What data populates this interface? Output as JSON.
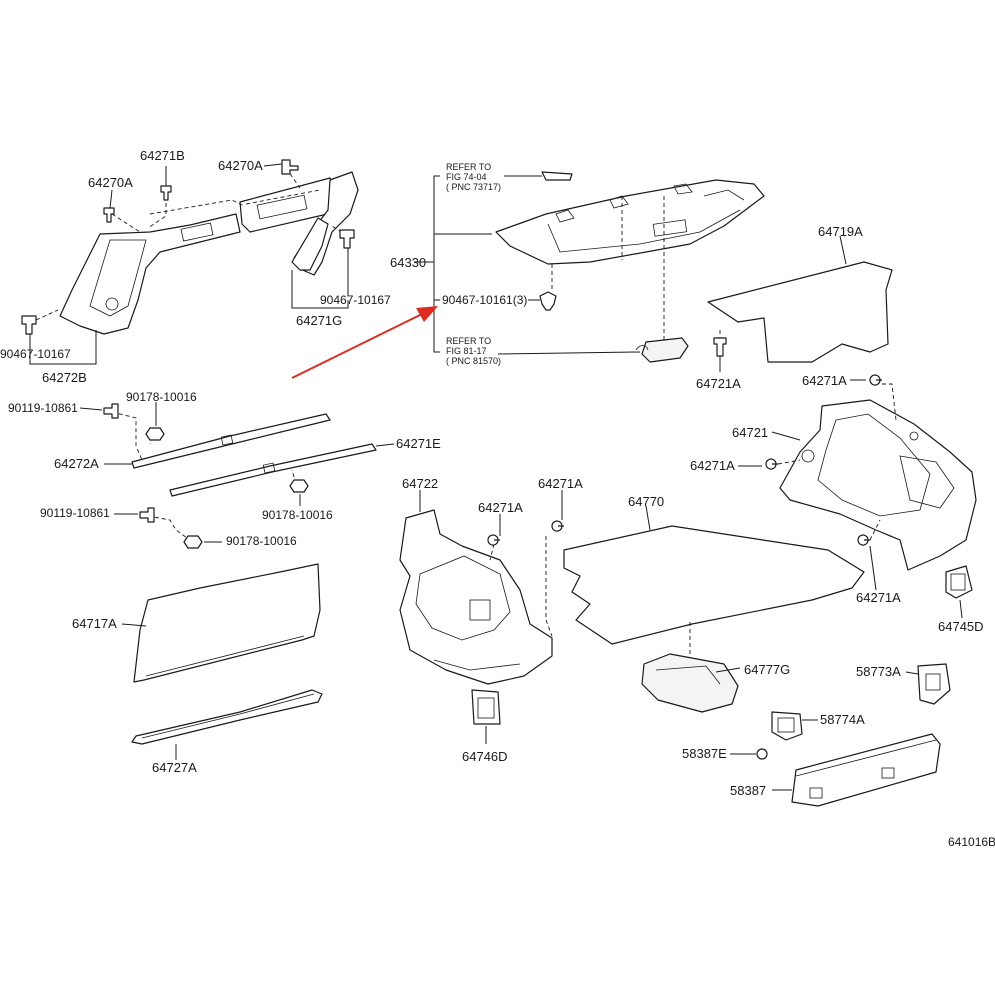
{
  "accent_color": "#e02a20",
  "drawing_number": "641016B",
  "labels": {
    "p64271B_top": "64271B",
    "p64270A_top": "64270A",
    "p64270A_left": "64270A",
    "p90467_10167_mid": "90467-10167",
    "p64271G": "64271G",
    "p90467_10167_left": "90467-10167",
    "p64272B": "64272B",
    "p64330": "64330",
    "p90467_10161": "90467-10161(3)",
    "p64719A": "64719A",
    "p64721A_top": "64721A",
    "p64271A_a": "64271A",
    "p64721": "64721",
    "p64271A_b": "64271A",
    "p64271A_c": "64271A",
    "p64745D": "64745D",
    "p90178_10016_a": "90178-10016",
    "p90119_10861_a": "90119-10861",
    "p64272A": "64272A",
    "p64271E": "64271E",
    "p90178_10016_b": "90178-10016",
    "p90119_10861_b": "90119-10861",
    "p90178_10016_c": "90178-10016",
    "p64717A": "64717A",
    "p64727A": "64727A",
    "p64722": "64722",
    "p64271A_d": "64271A",
    "p64271A_e": "64271A",
    "p64746D": "64746D",
    "p64770": "64770",
    "p64777G": "64777G",
    "p58773A": "58773A",
    "p58774A": "58774A",
    "p58387E": "58387E",
    "p58387": "58387"
  },
  "refers": {
    "ref1_line1": "REFER TO",
    "ref1_line2": "FIG 74-04",
    "ref1_line3": "( PNC 73717)",
    "ref2_line1": "REFER TO",
    "ref2_line2": "FIG 81-17",
    "ref2_line3": "( PNC 81570)"
  },
  "icons": [
    "arrow-pointer-icon",
    "clip-icon",
    "screw-icon",
    "nut-icon"
  ]
}
